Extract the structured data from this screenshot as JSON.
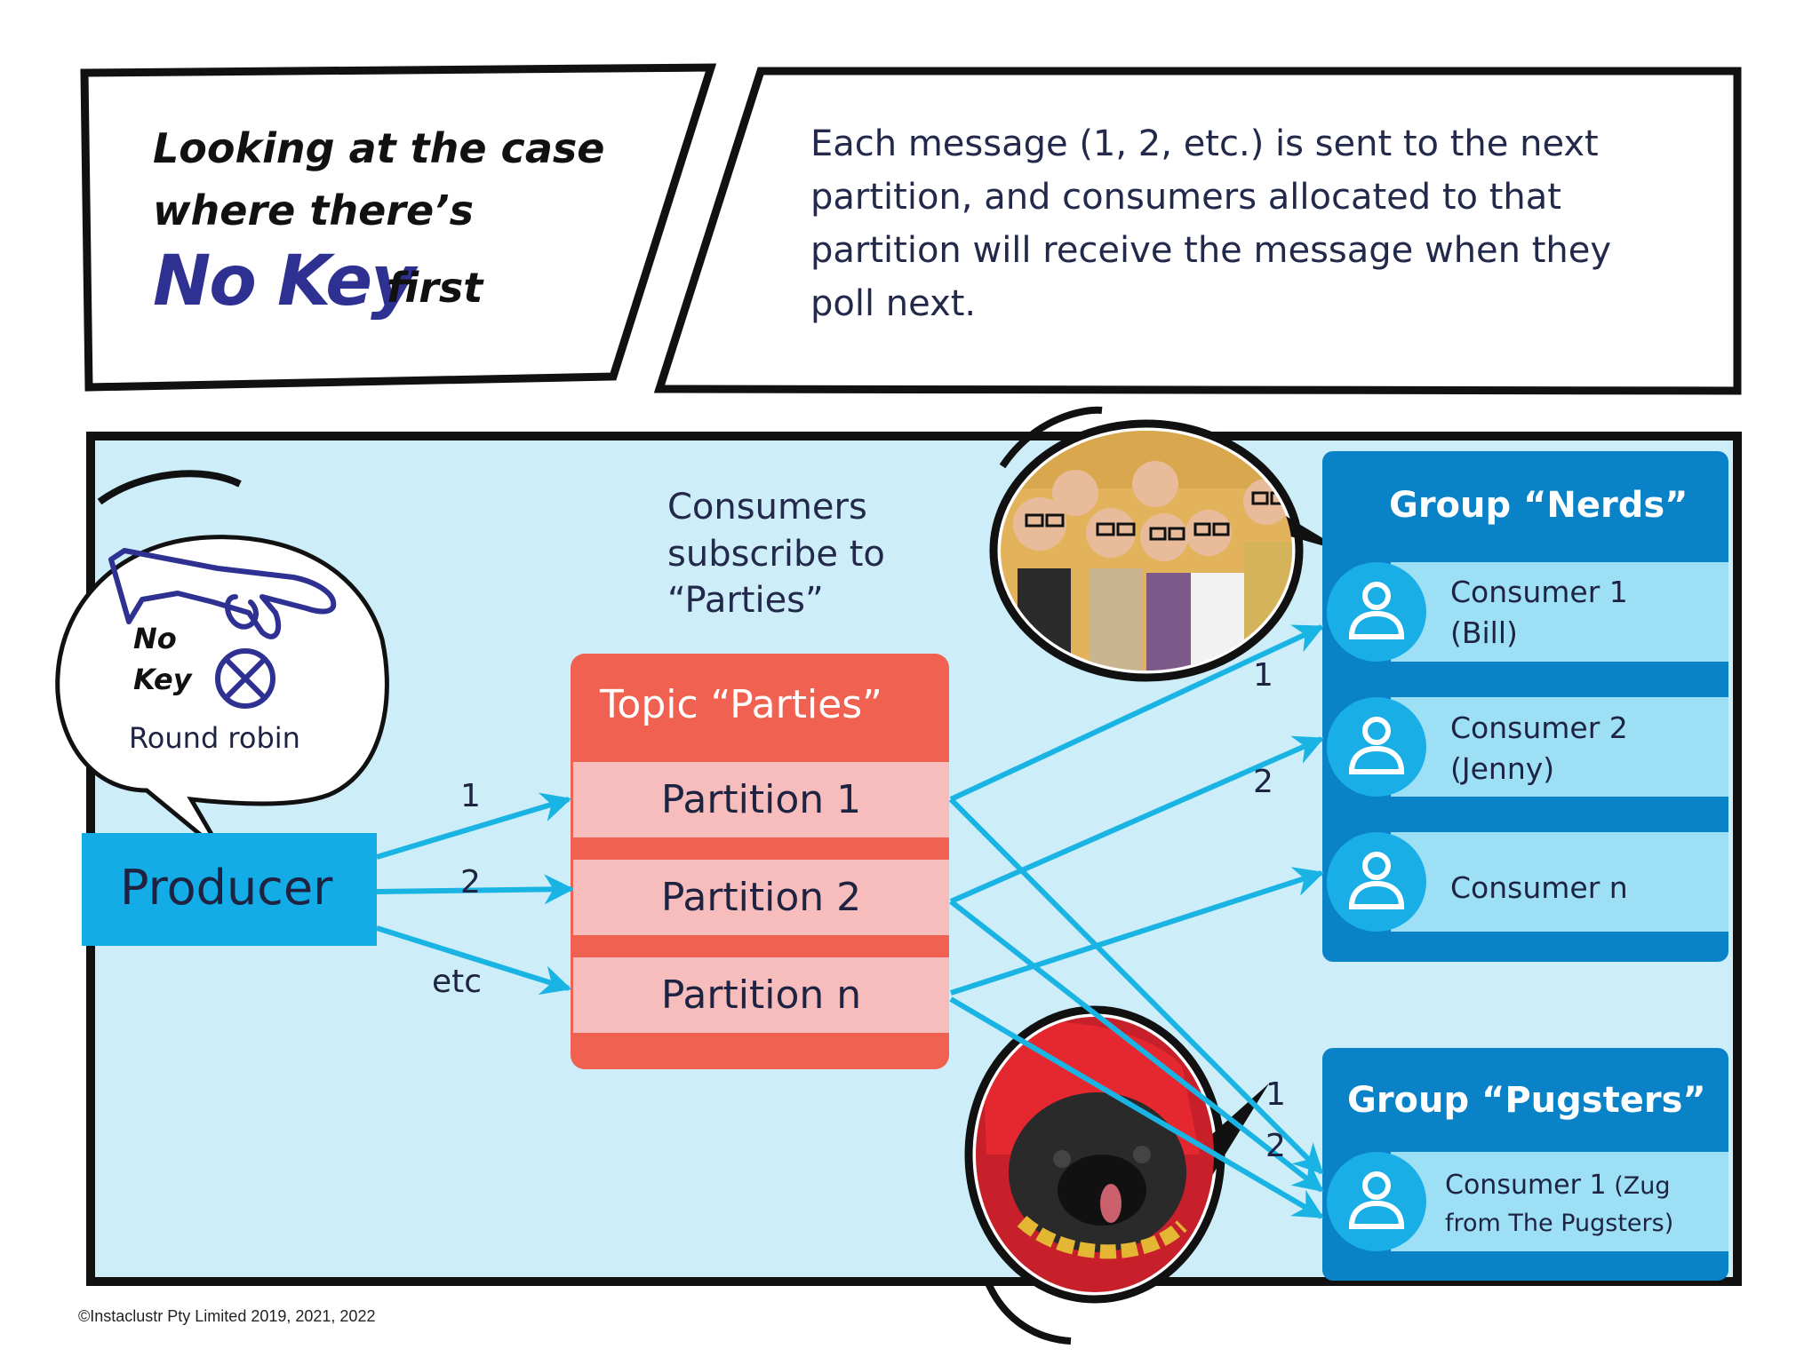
{
  "panel_left": {
    "line1": "Looking at the case",
    "line2": "where there’s",
    "highlight": "No Key",
    "suffix": "first"
  },
  "panel_right": {
    "description": "Each message (1, 2, etc.) is sent to the  next partition, and consumers allocated to that partition will receive the message when they poll next."
  },
  "bubble": {
    "icon": "hand-dropping-coin-icon",
    "key_line1": "No",
    "key_line2": "Key",
    "caption": "Round robin"
  },
  "subscribe_note": [
    "Consumers",
    "subscribe to",
    "“Parties”"
  ],
  "producer": {
    "label": "Producer"
  },
  "producer_arrows": [
    "1",
    "2",
    "etc"
  ],
  "topic": {
    "title": "Topic “Parties”",
    "partitions": [
      "Partition 1",
      "Partition 2",
      "Partition n"
    ]
  },
  "nerds_arrows": [
    "1",
    "2"
  ],
  "pugsters_arrows": [
    "1",
    "2"
  ],
  "group_nerds": {
    "title": "Group “Nerds”",
    "consumers": [
      {
        "line1": "Consumer 1",
        "line2": "(Bill)"
      },
      {
        "line1": "Consumer 2",
        "line2": "(Jenny)"
      },
      {
        "line1": "Consumer n",
        "line2": ""
      }
    ]
  },
  "group_pugsters": {
    "title": "Group “Pugsters”",
    "consumers": [
      {
        "line1a": "Consumer 1",
        "line1b": " (Zug",
        "line2": "from The Pugsters)"
      }
    ]
  },
  "copyright": "©Instaclustr Pty Limited 2019, 2021, 2022",
  "colors": {
    "canvas_bg": "#cdedf9",
    "producer": "#14ace6",
    "topic": "#f06152",
    "partition": "#f7bcbc",
    "group": "#0a82c8",
    "consumer_row": "#9de0f6",
    "arrow": "#19b4e3",
    "accent_text": "#2e3192"
  }
}
